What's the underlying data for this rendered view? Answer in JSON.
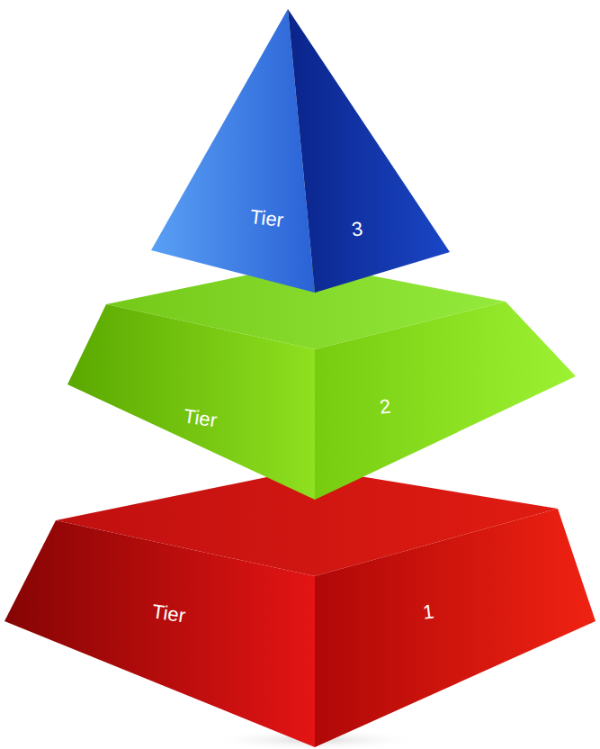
{
  "diagram": {
    "nodes": [
      {
        "text": [
          "Tier",
          "3"
        ]
      },
      {
        "text": [
          "Tier",
          "2"
        ]
      },
      {
        "text": [
          "Tier",
          "1"
        ]
      }
    ]
  }
}
